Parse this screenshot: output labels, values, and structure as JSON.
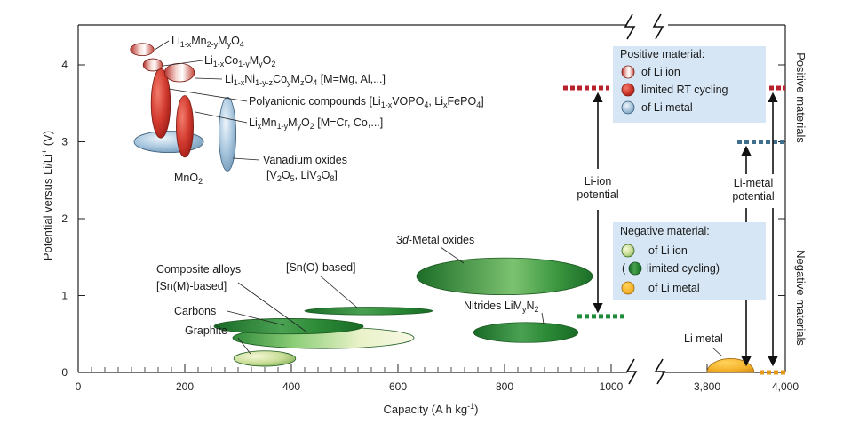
{
  "chart_data": {
    "type": "scatter",
    "title": "",
    "xlabel": "Capacity (A h kg",
    "xlabel_sup": "-1",
    "xlabel_end": ")",
    "ylabel": "Potential versus Li/Li",
    "ylabel_sup": "+",
    "ylabel_end": " (V)",
    "x_ticks_main": [
      "0",
      "200",
      "400",
      "600",
      "800",
      "1000"
    ],
    "x_ticks_break": [
      "3,800",
      "4,000"
    ],
    "y_ticks": [
      "0",
      "1",
      "2",
      "3",
      "4"
    ],
    "xlim_main": [
      0,
      1000
    ],
    "xlim_break": [
      3700,
      4000
    ],
    "ylim": [
      0,
      4.5
    ],
    "side_labels": {
      "top": "Positive materials",
      "bottom": "Negative materials"
    },
    "positive_region": [
      {
        "id": "limn2o4",
        "x": 120,
        "y": 4.2,
        "rx": 22,
        "ry": 0.08,
        "kind": "liion"
      },
      {
        "id": "licoo2",
        "x": 140,
        "y": 4.0,
        "rx": 18,
        "ry": 0.08,
        "kind": "liion"
      },
      {
        "id": "lini",
        "x": 190,
        "y": 3.9,
        "rx": 28,
        "ry": 0.12,
        "kind": "liion"
      },
      {
        "id": "polyanion",
        "x": 155,
        "y": 3.5,
        "rx": 18,
        "ry": 0.45,
        "kind": "limited"
      },
      {
        "id": "limnmo2",
        "x": 200,
        "y": 3.2,
        "rx": 16,
        "ry": 0.4,
        "kind": "limited"
      },
      {
        "id": "mno2",
        "x": 170,
        "y": 3.0,
        "rx": 65,
        "ry": 0.14,
        "kind": "limetal"
      },
      {
        "id": "vanadium",
        "x": 280,
        "y": 3.1,
        "rx": 16,
        "ry": 0.48,
        "kind": "limetal"
      }
    ],
    "negative_region": [
      {
        "id": "graphite",
        "x": 350,
        "y": 0.18,
        "rx": 58,
        "ry": 0.1,
        "kind": "liion"
      },
      {
        "id": "carbons",
        "x": 460,
        "y": 0.45,
        "rx": 170,
        "ry": 0.14,
        "kind": "liion"
      },
      {
        "id": "composite",
        "x": 395,
        "y": 0.6,
        "rx": 140,
        "ry": 0.1,
        "kind": "limited"
      },
      {
        "id": "sno",
        "x": 545,
        "y": 0.8,
        "rx": 120,
        "ry": 0.05,
        "kind": "limited"
      },
      {
        "id": "oxides",
        "x": 800,
        "y": 1.25,
        "rx": 165,
        "ry": 0.24,
        "kind": "limited"
      },
      {
        "id": "nitrides",
        "x": 840,
        "y": 0.52,
        "rx": 98,
        "ry": 0.13,
        "kind": "limited"
      },
      {
        "id": "limetal",
        "x": 3860,
        "y": 0.06,
        "rx": 60,
        "ry": 0.18,
        "kind": "limetal"
      }
    ],
    "potential_lines": [
      {
        "id": "positive-liion-line",
        "y": 3.7,
        "color": "#b8202e"
      },
      {
        "id": "positive-limetal-line",
        "y": 3.0,
        "color": "#3f6f8c"
      },
      {
        "id": "negative-liion-line",
        "y": 0.73,
        "color": "#1f8a3a"
      },
      {
        "id": "negative-limetal-line",
        "y": 0.0,
        "color": "#e59a1b"
      }
    ],
    "legend_positive": {
      "title": "Positive material:",
      "items": [
        "of Li ion",
        "limited RT cycling",
        "of Li metal"
      ]
    },
    "legend_negative": {
      "title": "Negative material:",
      "items": [
        "of Li ion",
        "limited cycling",
        "of Li metal"
      ]
    },
    "arrows": {
      "liion_potential": "Li-ion\npotential",
      "limetal_potential": "Li-metal\npotential"
    },
    "colors": {
      "red": "#c23a2d",
      "blue": "#8fb5d3",
      "green": "#237a2e",
      "lightgreen": "#e8f0c8",
      "orange": "#f2b129",
      "legendbg": "#d6e6f5"
    }
  }
}
